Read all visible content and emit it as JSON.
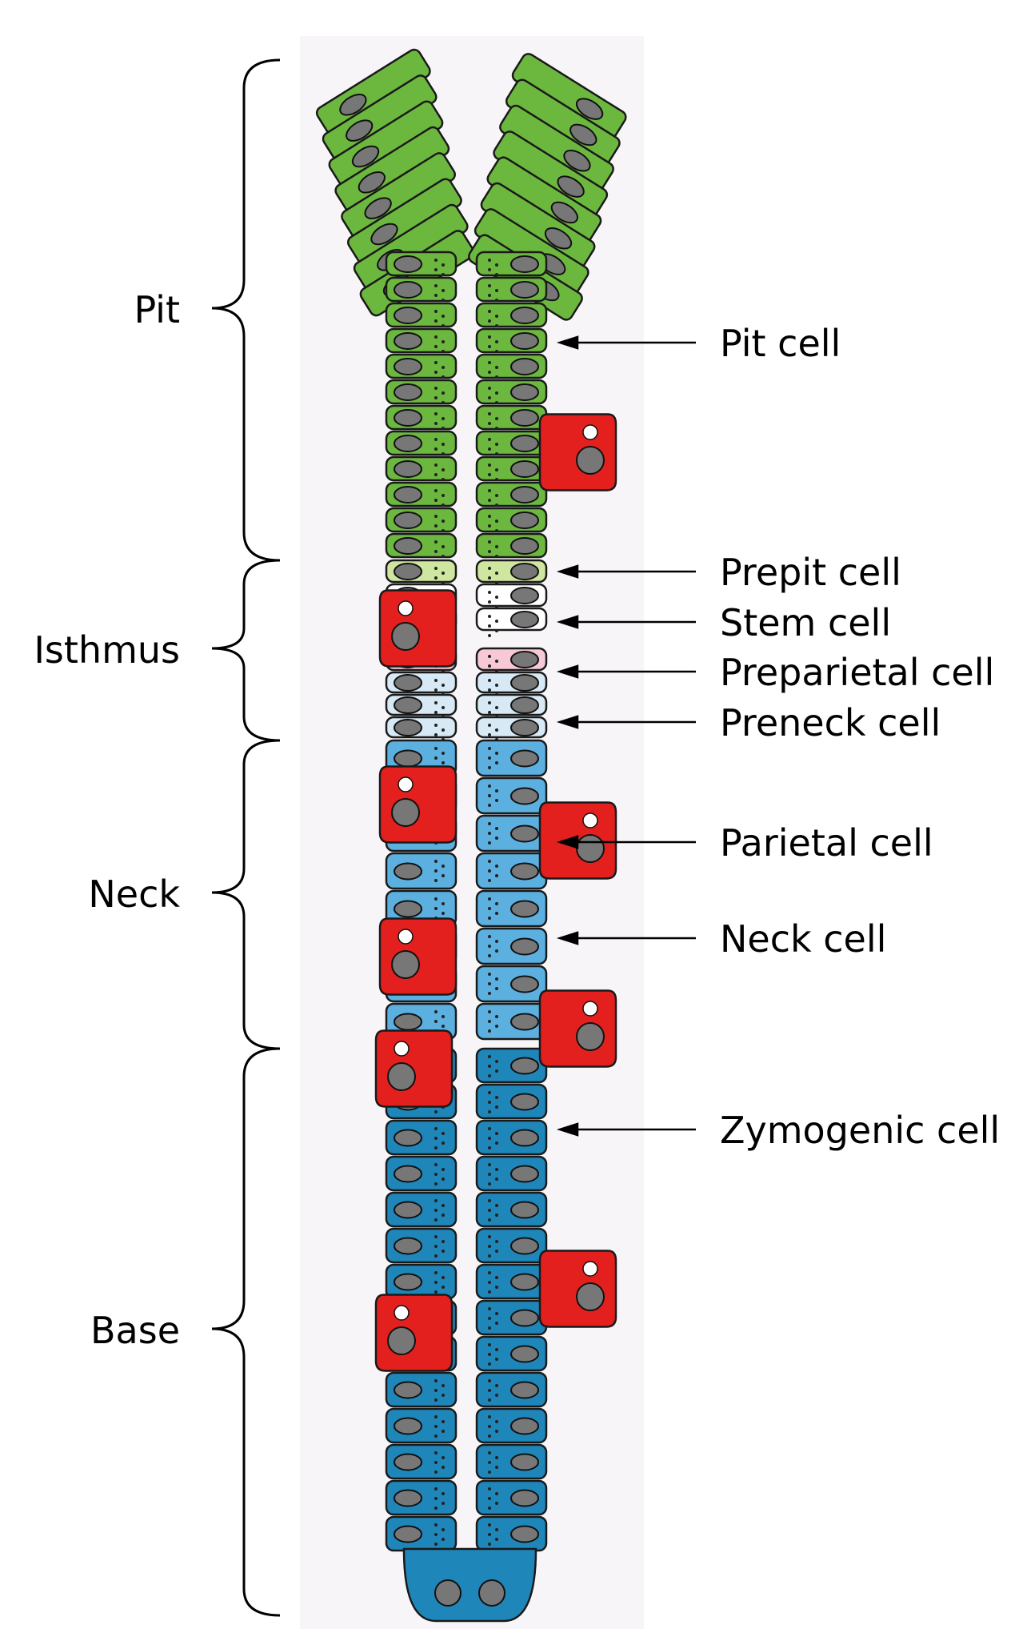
{
  "zones": [
    {
      "id": "pit",
      "label": "Pit"
    },
    {
      "id": "isthmus",
      "label": "Isthmus"
    },
    {
      "id": "neck",
      "label": "Neck"
    },
    {
      "id": "base",
      "label": "Base"
    }
  ],
  "cell_labels": [
    {
      "id": "pit-cell",
      "label": "Pit cell"
    },
    {
      "id": "prepit-cell",
      "label": "Prepit cell"
    },
    {
      "id": "stem-cell",
      "label": "Stem cell"
    },
    {
      "id": "preparietal-cell",
      "label": "Preparietal cell"
    },
    {
      "id": "preneck-cell",
      "label": "Preneck cell"
    },
    {
      "id": "parietal-cell",
      "label": "Parietal cell"
    },
    {
      "id": "neck-cell",
      "label": "Neck cell"
    },
    {
      "id": "zymogenic-cell",
      "label": "Zymogenic cell"
    }
  ],
  "colors": {
    "background_panel": "#f7f5f7",
    "pit": "#6cb83f",
    "prepit": "#cfe6a0",
    "stem": "#ffffff",
    "preparietal": "#f7c9d6",
    "preneck": "#d6e9f5",
    "neck": "#5bb0e0",
    "zymogenic": "#1f86b9",
    "parietal": "#e4201f",
    "nucleus": "#777777"
  }
}
